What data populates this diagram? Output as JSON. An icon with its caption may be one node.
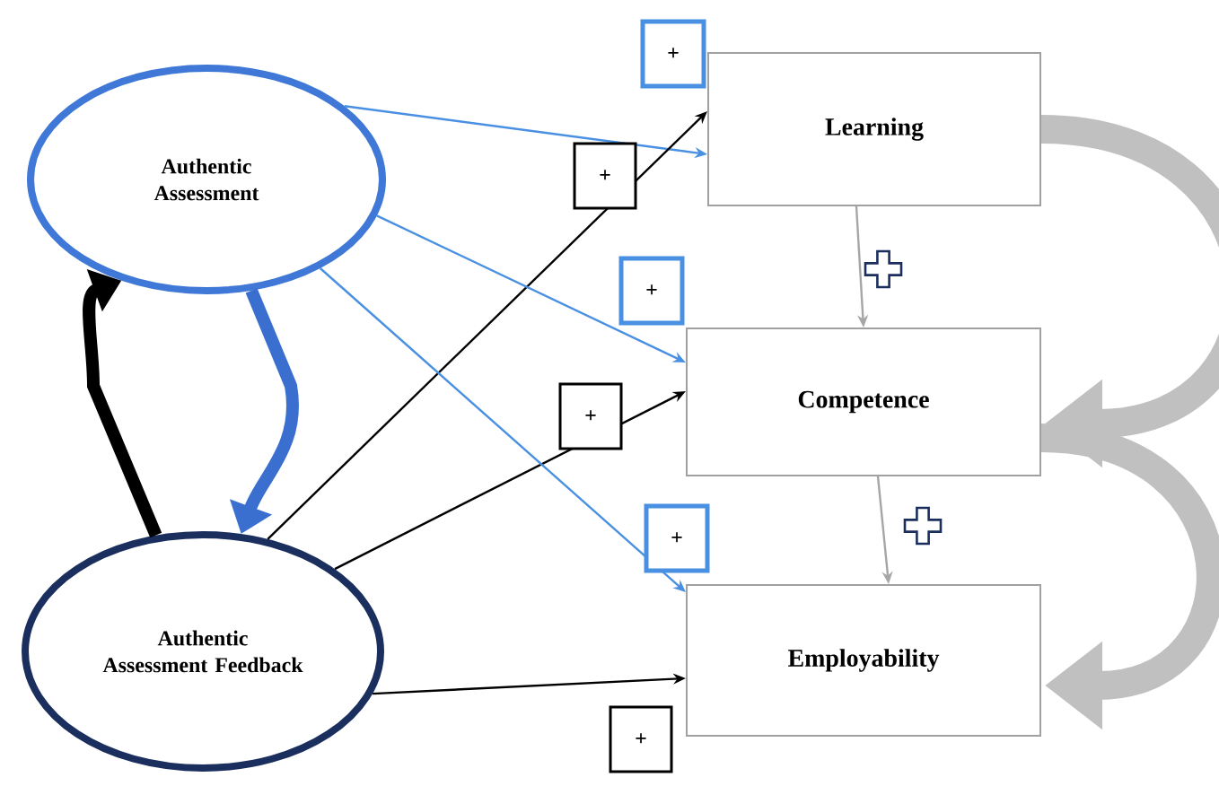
{
  "diagram": {
    "nodes": [
      {
        "text": [
          "Authentic Assessment"
        ]
      },
      {
        "text": [
          "Authentic Assessment Feedback"
        ]
      },
      {
        "text": [
          "Learning"
        ]
      },
      {
        "text": [
          "Competence"
        ]
      },
      {
        "text": [
          "Employability"
        ]
      }
    ],
    "edges": [
      {
        "from": 0,
        "to": 2,
        "arrow": "to",
        "label": "+",
        "color": "#4a90e2"
      },
      {
        "from": 1,
        "to": 2,
        "arrow": "to",
        "label": "+",
        "color": "#000000"
      },
      {
        "from": 0,
        "to": 3,
        "arrow": "to",
        "label": "+",
        "color": "#4a90e2"
      },
      {
        "from": 1,
        "to": 3,
        "arrow": "to",
        "label": "+",
        "color": "#000000"
      },
      {
        "from": 0,
        "to": 4,
        "arrow": "to",
        "label": "+",
        "color": "#4a90e2"
      },
      {
        "from": 1,
        "to": 4,
        "arrow": "to",
        "label": "+",
        "color": "#000000"
      },
      {
        "from": 1,
        "to": 0,
        "arrow": "to",
        "style": "thick",
        "color": "#000000"
      },
      {
        "from": 0,
        "to": 1,
        "arrow": "to",
        "style": "thick",
        "color": "#3a6fd0"
      },
      {
        "from": 2,
        "to": 3,
        "arrow": "to",
        "color": "#a6a6a6"
      },
      {
        "from": 3,
        "to": 4,
        "arrow": "to",
        "color": "#a6a6a6"
      },
      {
        "from": 2,
        "to": 3,
        "arrow": "to",
        "style": "thick",
        "color": "#c0c0c0"
      },
      {
        "from": 3,
        "to": 4,
        "arrow": "to",
        "style": "thick",
        "color": "#c0c0c0"
      }
    ]
  }
}
